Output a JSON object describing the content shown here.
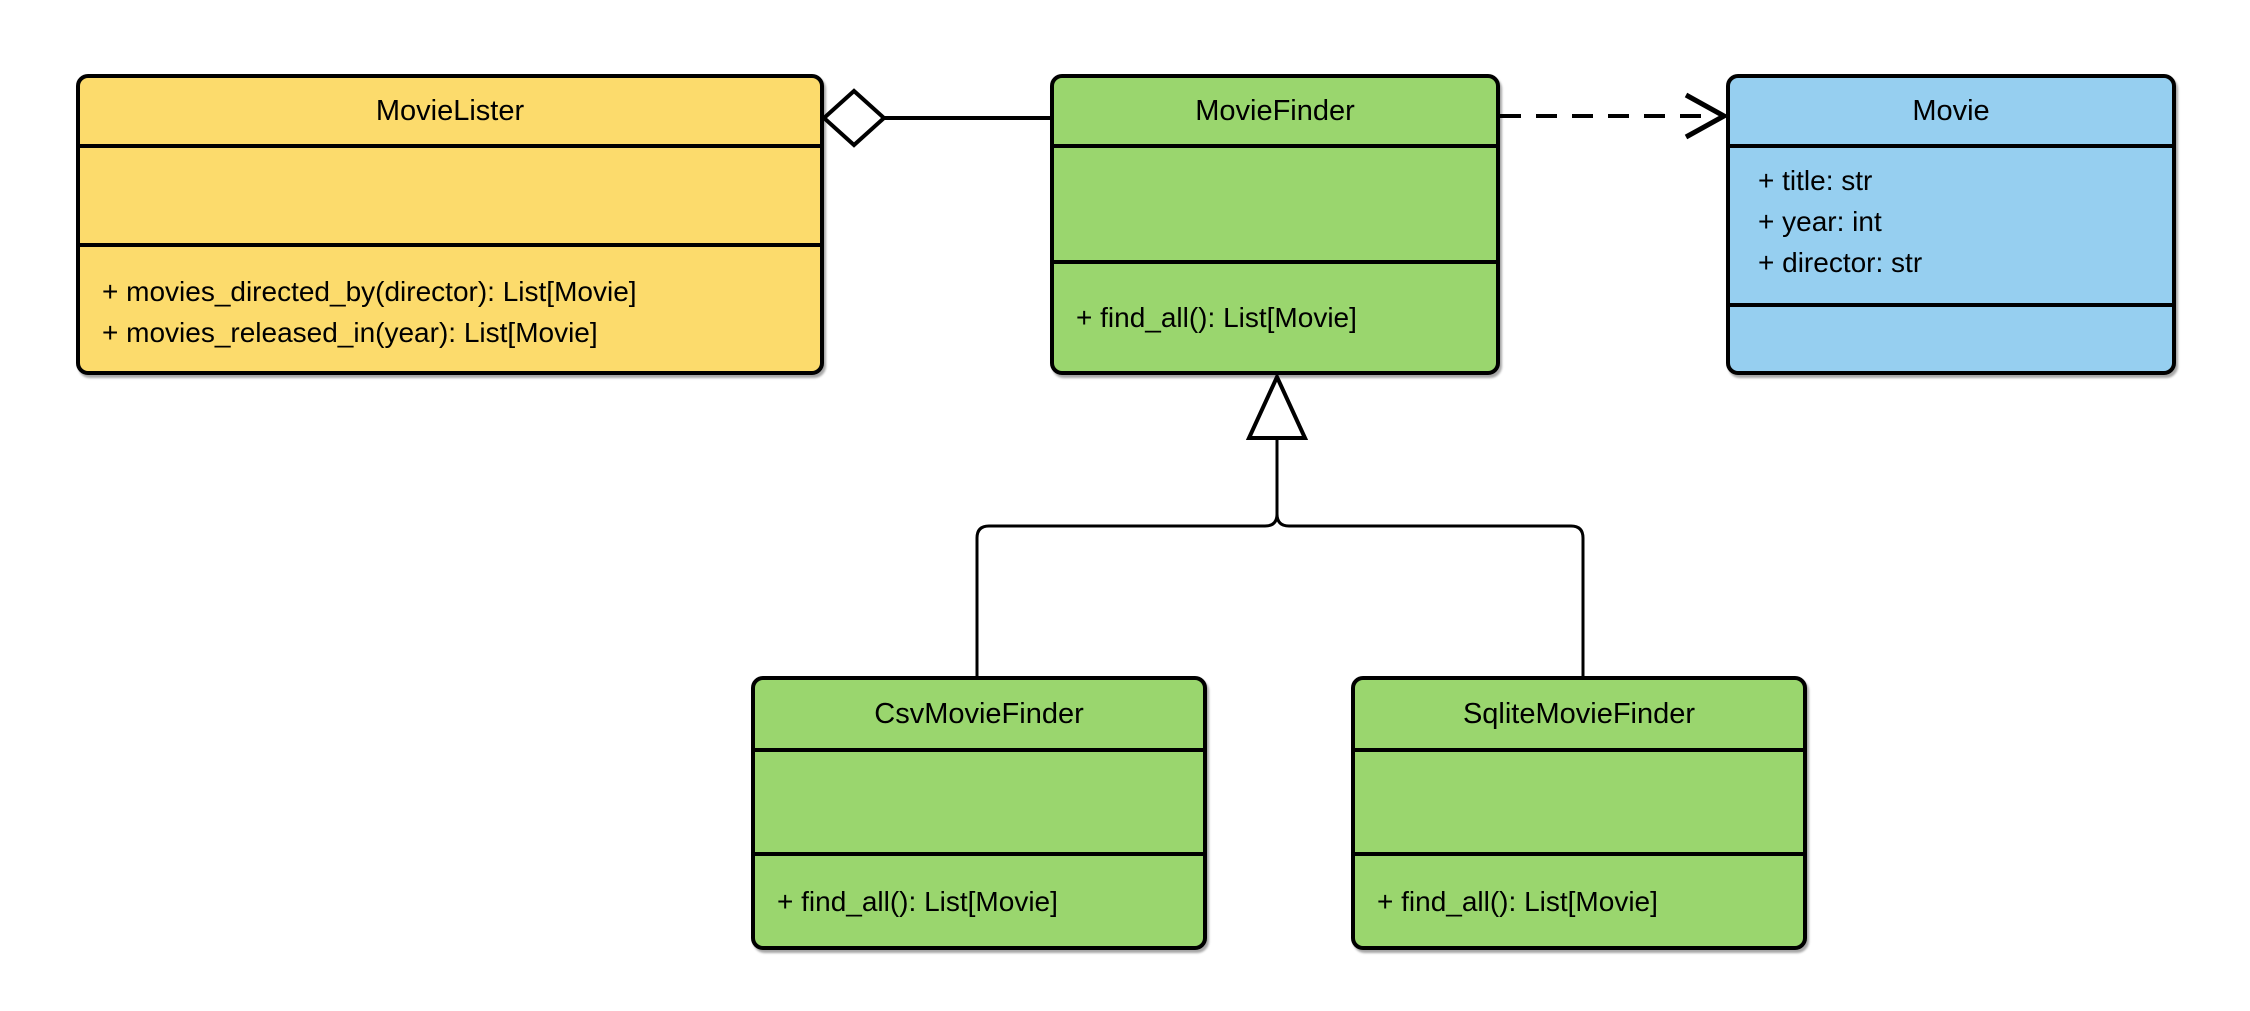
{
  "diagram": {
    "kind": "uml-class-diagram",
    "background": "#ffffff"
  },
  "colors": {
    "yellow": "#FCDB6C",
    "green": "#9AD66E",
    "blue": "#96CFF0",
    "stroke": "#000000"
  },
  "classes": {
    "movie_lister": {
      "title": "MovieLister",
      "attributes": [],
      "methods": [
        "+ movies_directed_by(director): List[Movie]",
        "+ movies_released_in(year): List[Movie]"
      ]
    },
    "movie_finder": {
      "title": "MovieFinder",
      "attributes": [],
      "methods": [
        "+ find_all(): List[Movie]"
      ]
    },
    "movie": {
      "title": "Movie",
      "attributes": [
        "+ title: str",
        "+ year: int",
        "+ director: str"
      ],
      "methods": []
    },
    "csv_movie_finder": {
      "title": "CsvMovieFinder",
      "attributes": [],
      "methods": [
        "+ find_all(): List[Movie]"
      ]
    },
    "sqlite_movie_finder": {
      "title": "SqliteMovieFinder",
      "attributes": [],
      "methods": [
        "+ find_all(): List[Movie]"
      ]
    }
  },
  "relationships": [
    {
      "type": "aggregation",
      "from": "MovieLister",
      "to": "MovieFinder"
    },
    {
      "type": "dependency",
      "from": "MovieFinder",
      "to": "Movie"
    },
    {
      "type": "inheritance",
      "from": "CsvMovieFinder",
      "to": "MovieFinder"
    },
    {
      "type": "inheritance",
      "from": "SqliteMovieFinder",
      "to": "MovieFinder"
    }
  ]
}
